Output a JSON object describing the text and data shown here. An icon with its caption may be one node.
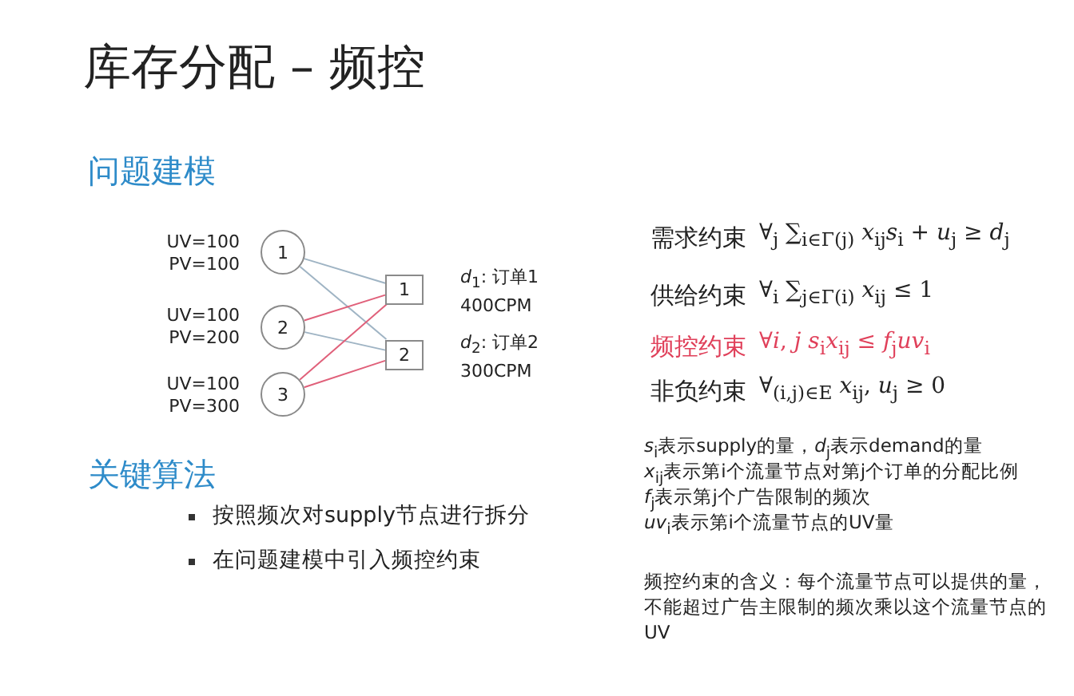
{
  "diagram": {
    "title": "库存分配 – 频控",
    "nodes": [
      {
        "text": [
          "1"
        ],
        "beside": [
          "UV=100 PV=100"
        ]
      },
      {
        "text": [
          "2"
        ],
        "beside": [
          "UV=100 PV=200"
        ]
      },
      {
        "text": [
          "3"
        ],
        "beside": [
          "UV=100 PV=300"
        ]
      },
      {
        "text": [
          "1"
        ],
        "beside": [
          "*d*$_{1}$: 订单1 400CPM"
        ]
      },
      {
        "text": [
          "2"
        ],
        "beside": [
          "*d*$_{2}$: 订单2 300CPM"
        ]
      }
    ],
    "edges": [
      {
        "from": 0,
        "to": 3,
        "arrow": "none"
      },
      {
        "from": 0,
        "to": 4,
        "arrow": "none"
      },
      {
        "from": 1,
        "to": 3,
        "arrow": "none",
        "color": "#e0607a"
      },
      {
        "from": 1,
        "to": 4,
        "arrow": "none"
      },
      {
        "from": 2,
        "to": 3,
        "arrow": "none",
        "color": "#e0607a"
      },
      {
        "from": 2,
        "to": 4,
        "arrow": "none",
        "color": "#e0607a"
      }
    ],
    "labels": [
      "问题建模",
      "需求约束",
      "∀$_{j}$ ∑$_{i∈Γ(j)}$ *x*$_{ij}$*s*$_{i}$ + *u*$_{j}$ ≥ *d*$_{j}$",
      "供给约束",
      "∀$_{i}$ ∑$_{j∈Γ(i)}$ *x*$_{ij}$ ≤ 1",
      "频控约束",
      "∀*i*, *j* *s*$_{i}$*x*$_{ij}$ ≤ *f*$_{j}$*uv*$_{i}$",
      "非负约束",
      "∀$_{(i,j)∈E}$ *x*$_{ij}$, *u*$_{j}$ ≥ 0",
      "关键算法",
      "按照频次对supply节点进行拆分",
      "在问题建模中引入频控约束",
      "*s*$_{i}$表示supply的量，*d*$_{j}$表示demand的量",
      "*x*$_{ij}$表示第i个流量节点对第j个订单的分配比例",
      "*f*$_{j}$表示第j个广告限制的频次",
      "*uv*$_{i}$表示第i个流量节点的UV量",
      "频控约束的含义：每个流量节点可以提供的量，不能超过广告主限制的频次乘以这个流量节点的UV"
    ]
  }
}
